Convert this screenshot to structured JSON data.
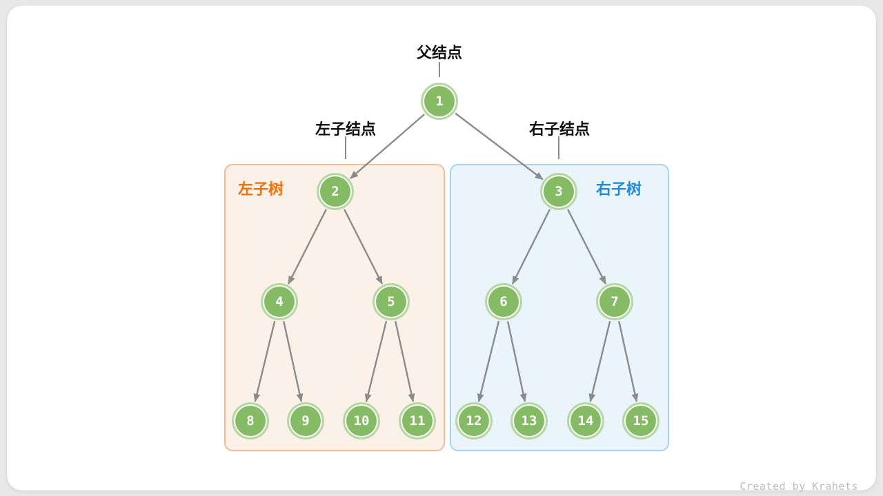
{
  "diagram": {
    "type": "binary-tree",
    "labels": {
      "parent_node": "父结点",
      "left_child_node": "左子结点",
      "right_child_node": "右子结点",
      "left_subtree": "左子树",
      "right_subtree": "右子树"
    },
    "nodes": [
      {
        "value": "1"
      },
      {
        "value": "2"
      },
      {
        "value": "3"
      },
      {
        "value": "4"
      },
      {
        "value": "5"
      },
      {
        "value": "6"
      },
      {
        "value": "7"
      },
      {
        "value": "8"
      },
      {
        "value": "9"
      },
      {
        "value": "10"
      },
      {
        "value": "11"
      },
      {
        "value": "12"
      },
      {
        "value": "13"
      },
      {
        "value": "14"
      },
      {
        "value": "15"
      }
    ],
    "edges": [
      [
        "1",
        "2"
      ],
      [
        "1",
        "3"
      ],
      [
        "2",
        "4"
      ],
      [
        "2",
        "5"
      ],
      [
        "3",
        "6"
      ],
      [
        "3",
        "7"
      ],
      [
        "4",
        "8"
      ],
      [
        "4",
        "9"
      ],
      [
        "5",
        "10"
      ],
      [
        "5",
        "11"
      ],
      [
        "6",
        "12"
      ],
      [
        "6",
        "13"
      ],
      [
        "7",
        "14"
      ],
      [
        "7",
        "15"
      ]
    ],
    "colors": {
      "node_fill": "#85BB65",
      "node_ring": "#B7D8A4",
      "arrow": "#8A8A8A",
      "label_color": "#111111",
      "left_box_fill": "#FCF1E8",
      "left_box_border": "#F2BC92",
      "left_label_color": "#EE7109",
      "right_box_fill": "#EAF4FB",
      "right_box_border": "#A5D2EF",
      "right_label_color": "#1E8BDB",
      "watermark_color": "#BDBDBD"
    }
  },
  "footer": {
    "watermark": "Created by Krahets"
  }
}
